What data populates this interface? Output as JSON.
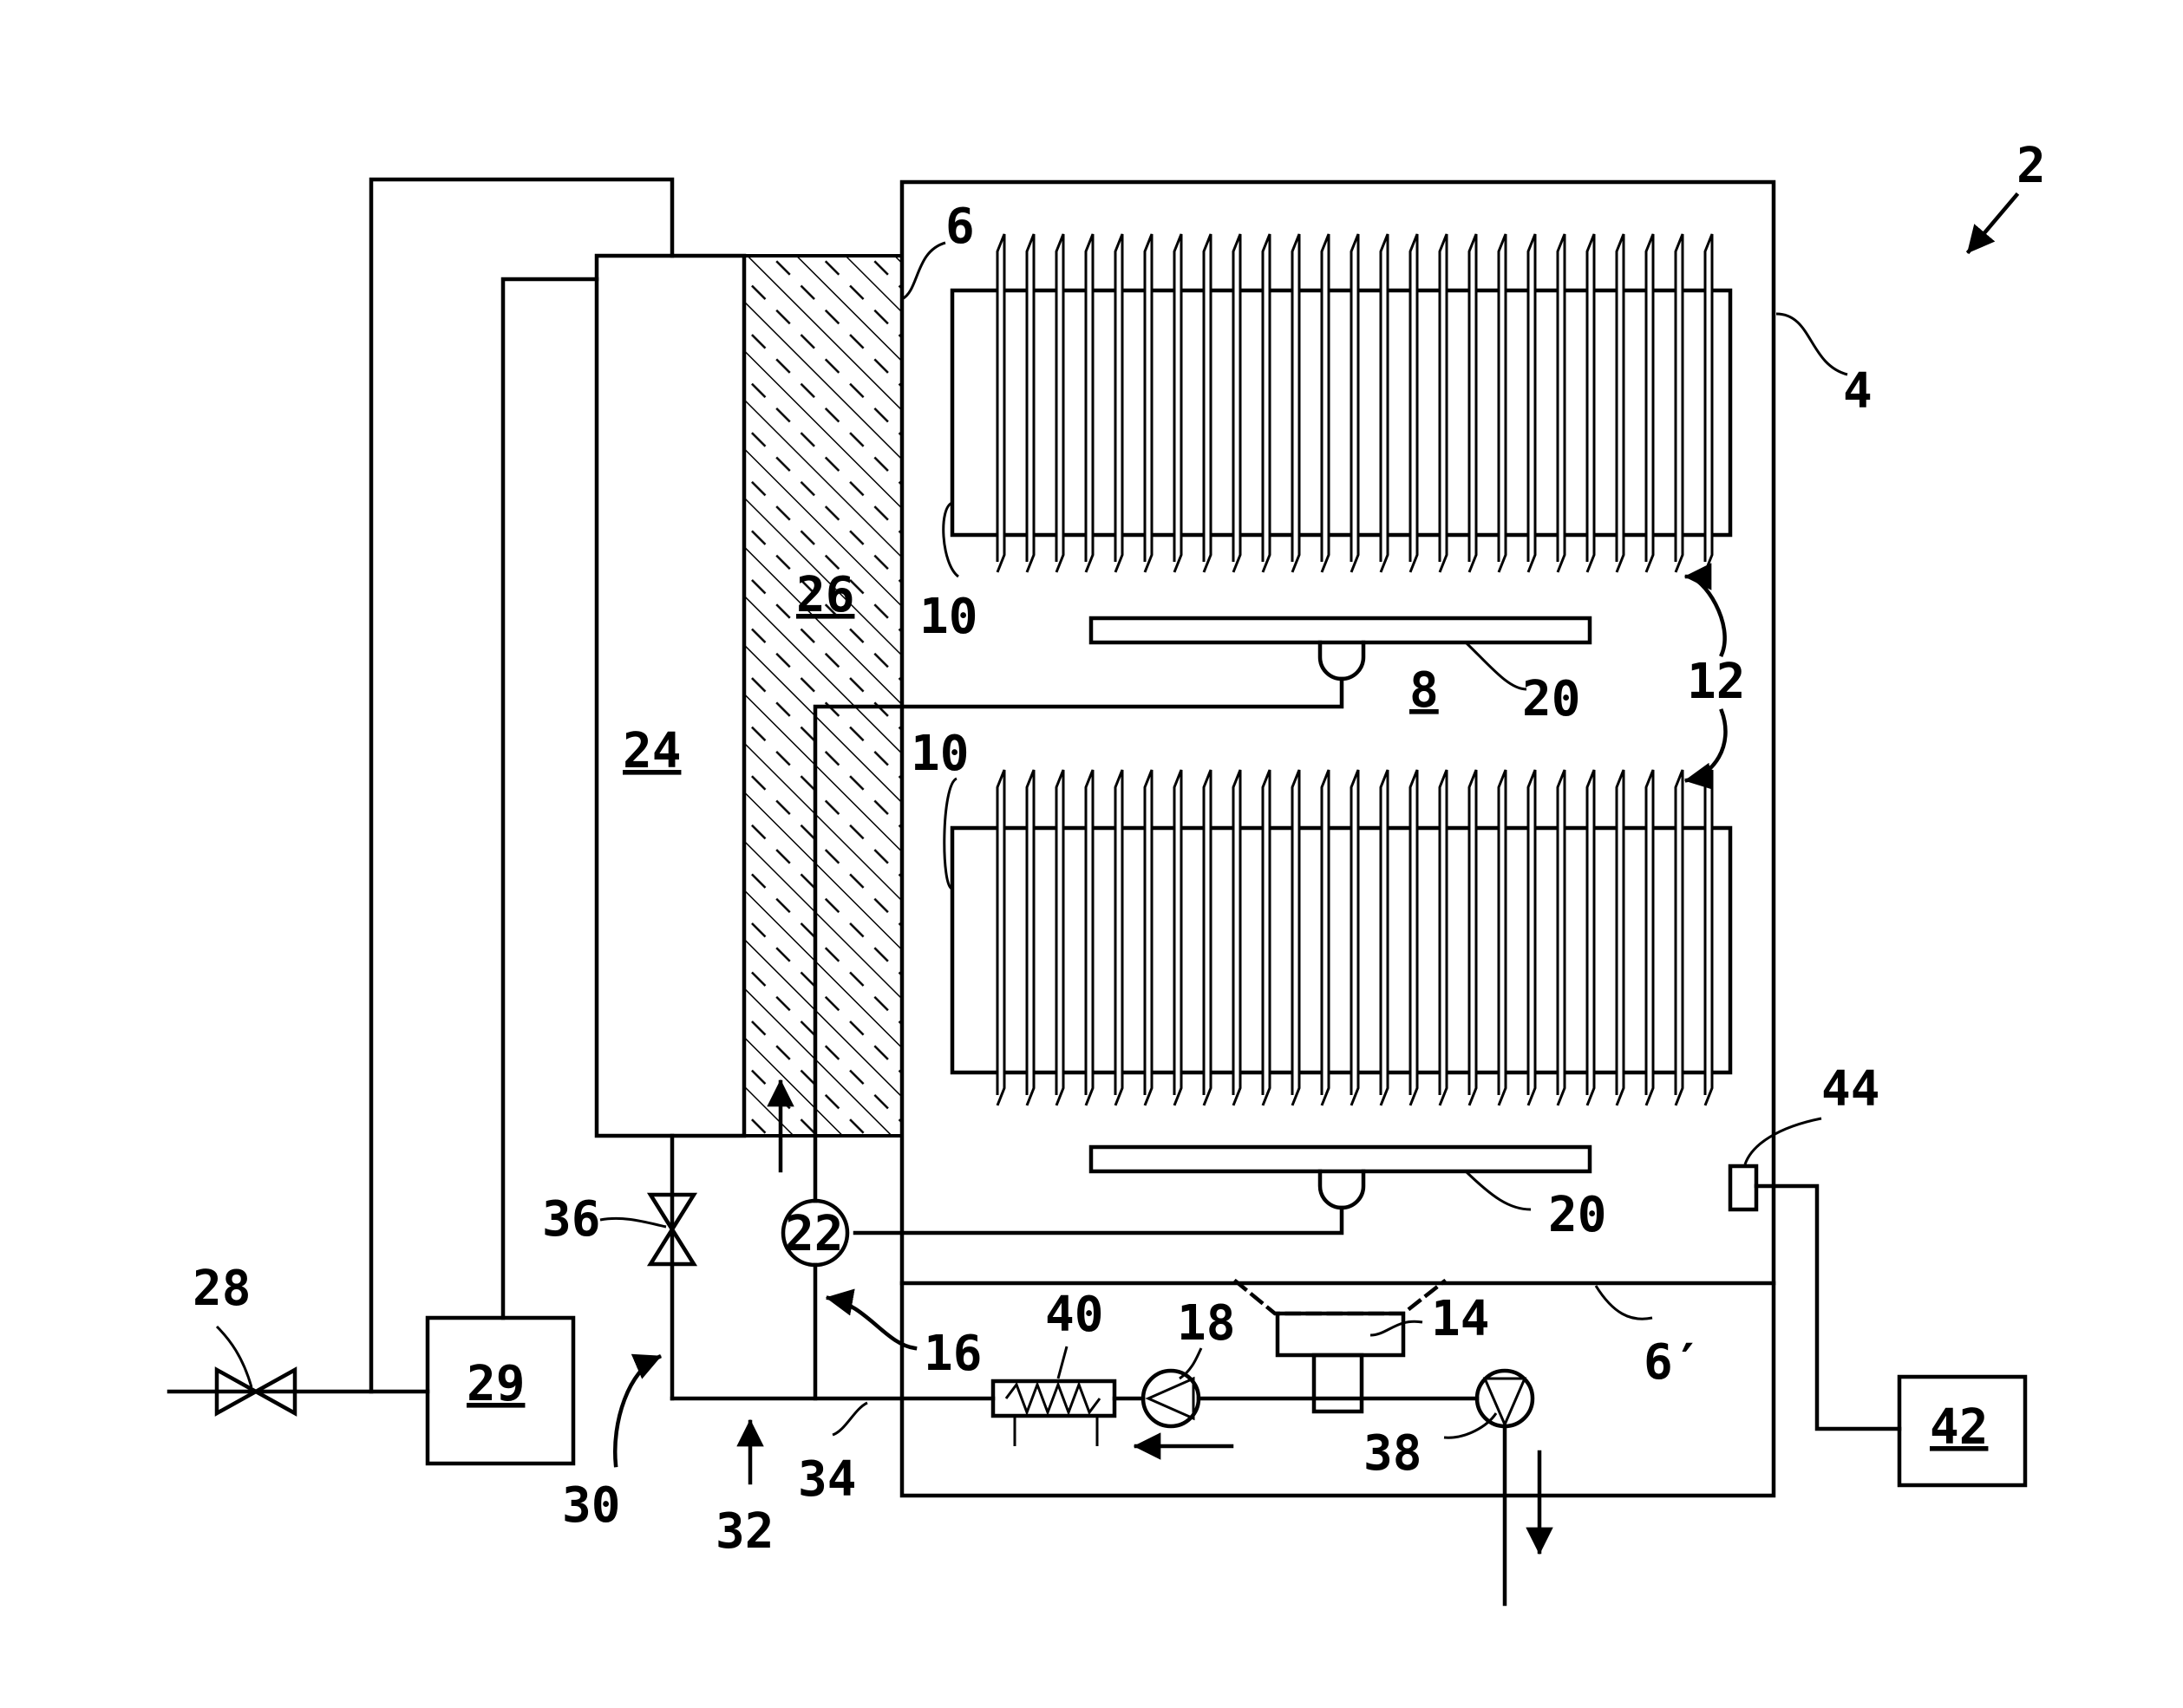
{
  "labels": {
    "assembly": "2",
    "tank": "4",
    "wall_upper": "6",
    "wall_lower": "6′",
    "chamber": "8",
    "rack_upper": "10",
    "rack_lower": "10",
    "dishes": "12",
    "sump": "14",
    "circulation_line": "16",
    "circulation_pump": "18",
    "spray_arm_upper": "20",
    "spray_arm_lower": "20",
    "diverter": "22",
    "heat_exchanger": "24",
    "insulation": "26",
    "inlet_valve": "28",
    "softener": "29",
    "fresh_water_line": "30",
    "branch_point": "32",
    "connecting_line": "34",
    "shutoff_valve": "36",
    "drain_pump": "38",
    "heater": "40",
    "controller": "42",
    "sensor": "44"
  },
  "colors": {
    "line": "#000000",
    "background": "#ffffff"
  },
  "icons": {
    "valve": "bowtie-valve-icon",
    "pump": "triangle-in-circle-pump-icon",
    "heater": "zigzag-heater-icon",
    "flow_arrow": "flow-arrow-icon"
  }
}
